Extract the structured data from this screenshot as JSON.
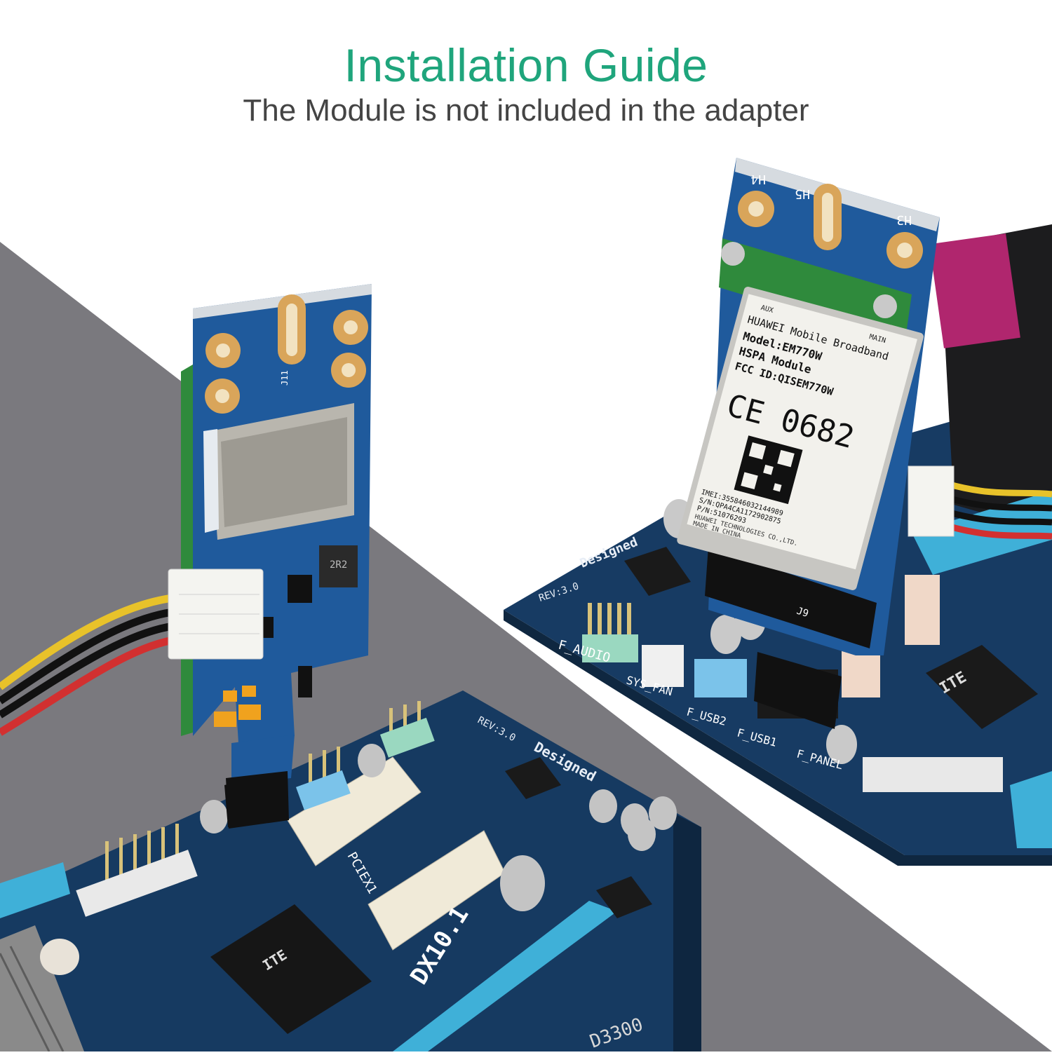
{
  "header": {
    "title": "Installation Guide",
    "subtitle": "The Module is not included in the adapter"
  },
  "colors": {
    "title": "#1fa57c",
    "subtitle": "#444444",
    "backdrop_gray": "#7a797e",
    "pcb_blue": "#1f5a9c",
    "motherboard": "#173b63"
  },
  "board_labels": {
    "h4": "H4",
    "h5": "H5",
    "h3": "H3",
    "j11": "J11",
    "j9": "J9",
    "l2r2": "2R2",
    "f_audio": "F_AUDIO",
    "sys_fan": "SYS_FAN",
    "f_usb2": "F_USB2",
    "f_usb1": "F_USB1",
    "f_panel": "F_PANEL",
    "pciex1": "PCIEX1",
    "dx10": "DX10.1",
    "rev": "REV:3.0",
    "designed": "Designed",
    "d3300": "D3300",
    "ite": "ITE"
  },
  "module_label": {
    "aux": "AUX",
    "main": "MAIN",
    "brand": "HUAWEI Mobile Broadband",
    "model": "Model:EM770W",
    "type": "HSPA Module",
    "fcc": "FCC ID:QISEM770W",
    "ce": "CE 0682",
    "imei": "IMEI:355846032144989",
    "sn": "S/N:QPA4CA1172902875",
    "pn": "P/N:51076293",
    "maker": "HUAWEI TECHNOLOGIES CO.,LTD.",
    "origin": "MADE IN CHINA"
  }
}
